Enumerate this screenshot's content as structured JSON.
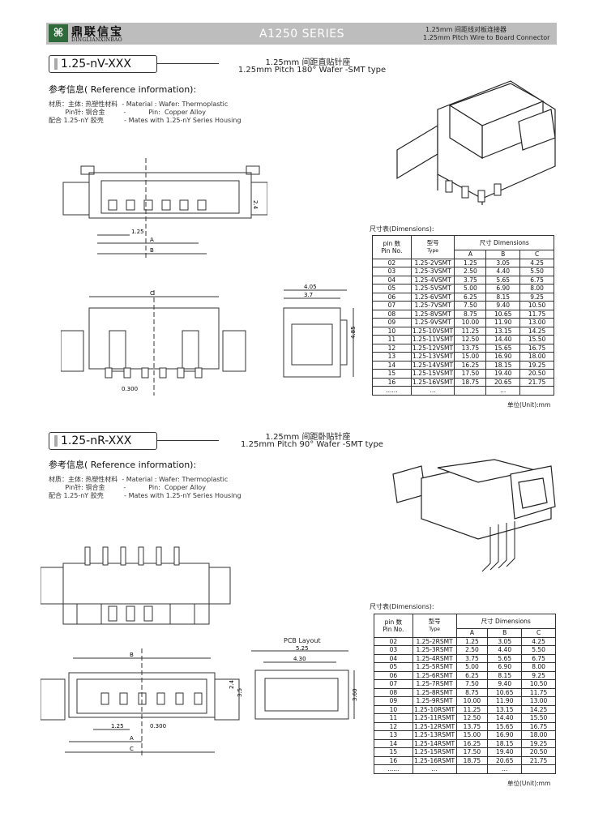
{
  "header": {
    "logo_icon": "logo-mark",
    "brand_cn": "鼎联信宝",
    "brand_en": "DINGLIANXINBAO",
    "series": "A1250 SERIES",
    "desc_cn": "1.25mm 间距线对板连接器",
    "desc_en": "1.25mm Pitch Wire to Board Connector"
  },
  "section1": {
    "title": "1.25-nV-XXX",
    "subtitle_cn": "1.25mm 间距直贴针座",
    "subtitle_en": "1.25mm Pitch 180° Wafer  -SMT type",
    "ref_title": "参考信息( Reference information):",
    "material": "材质：主体: 热塑性材料  - Material : Wafer: Thermoplastic\n        Pin针: 铜合金         -           Pin:  Copper Alloy\n配合 1.25-nY 胶壳          - Mates with 1.25-nY Series Housing",
    "drawing": {
      "pitch": "1.25",
      "a": "A",
      "b": "B",
      "c": "C",
      "height": "2.4",
      "pin_w": "0.300",
      "w1": "4.05",
      "w2": "3.7",
      "h2": "4.85"
    },
    "dim_label": "尺寸表(Dimensions):",
    "table": {
      "h_pin_cn": "pin 数",
      "h_pin_en": "Pin No.",
      "h_type_cn": "型号",
      "h_type_en": "Type",
      "h_dim": "尺寸    Dimensions",
      "h_a": "A",
      "h_b": "B",
      "h_c": "C",
      "rows": [
        [
          "02",
          "1.25-2VSMT",
          "1.25",
          "3.05",
          "4.25"
        ],
        [
          "03",
          "1.25-3VSMT",
          "2.50",
          "4.40",
          "5.50"
        ],
        [
          "04",
          "1.25-4VSMT",
          "3.75",
          "5.65",
          "6.75"
        ],
        [
          "05",
          "1.25-5VSMT",
          "5.00",
          "6.90",
          "8.00"
        ],
        [
          "06",
          "1.25-6VSMT",
          "6.25",
          "8.15",
          "9.25"
        ],
        [
          "07",
          "1.25-7VSMT",
          "7.50",
          "9.40",
          "10.50"
        ],
        [
          "08",
          "1.25-8VSMT",
          "8.75",
          "10.65",
          "11.75"
        ],
        [
          "09",
          "1.25-9VSMT",
          "10.00",
          "11.90",
          "13.00"
        ],
        [
          "10",
          "1.25-10VSMT",
          "11.25",
          "13.15",
          "14.25"
        ],
        [
          "11",
          "1.25-11VSMT",
          "12.50",
          "14.40",
          "15.50"
        ],
        [
          "12",
          "1.25-12VSMT",
          "13.75",
          "15.65",
          "16.75"
        ],
        [
          "13",
          "1.25-13VSMT",
          "15.00",
          "16.90",
          "18.00"
        ],
        [
          "14",
          "1.25-14VSMT",
          "16.25",
          "18.15",
          "19.25"
        ],
        [
          "15",
          "1.25-15VSMT",
          "17.50",
          "19.40",
          "20.50"
        ],
        [
          "16",
          "1.25-16VSMT",
          "18.75",
          "20.65",
          "21.75"
        ],
        [
          "......",
          "...",
          "",
          "...",
          ""
        ]
      ]
    },
    "unit": "单位(Unit):mm"
  },
  "section2": {
    "title": "1.25-nR-XXX",
    "subtitle_cn": "1.25mm 间距卧贴针座",
    "subtitle_en": "1.25mm Pitch 90° Wafer  -SMT type",
    "ref_title": "参考信息( Reference information):",
    "material": "材质：主体: 热塑性材料  - Material : Wafer: Thermoplastic\n        Pin针: 铜合金         -           Pin:  Copper Alloy\n配合 1.25-nY 胶壳          - Mates with 1.25-nY Series Housing",
    "drawing": {
      "pcb": "PCB Layout",
      "w1": "5.25",
      "w2": "4.30",
      "h": "3.60",
      "b": "B",
      "a": "A",
      "c": "C",
      "pitch": "1.25",
      "pin_w": "0.300",
      "h1": "2.4",
      "h2": "3.5"
    },
    "dim_label": "尺寸表(Dimensions):",
    "table": {
      "h_pin_cn": "pin 数",
      "h_pin_en": "Pin No.",
      "h_type_cn": "型号",
      "h_type_en": "Type",
      "h_dim": "尺寸    Dimensions",
      "h_a": "A",
      "h_b": "B",
      "h_c": "C",
      "rows": [
        [
          "02",
          "1.25-2RSMT",
          "1.25",
          "3.05",
          "4.25"
        ],
        [
          "03",
          "1.25-3RSMT",
          "2.50",
          "4.40",
          "5.50"
        ],
        [
          "04",
          "1.25-4RSMT",
          "3.75",
          "5.65",
          "6.75"
        ],
        [
          "05",
          "1.25-5RSMT",
          "5.00",
          "6.90",
          "8.00"
        ],
        [
          "06",
          "1.25-6RSMT",
          "6.25",
          "8.15",
          "9.25"
        ],
        [
          "07",
          "1.25-7RSMT",
          "7.50",
          "9.40",
          "10.50"
        ],
        [
          "08",
          "1.25-8RSMT",
          "8.75",
          "10.65",
          "11.75"
        ],
        [
          "09",
          "1.25-9RSMT",
          "10.00",
          "11.90",
          "13.00"
        ],
        [
          "10",
          "1.25-10RSMT",
          "11.25",
          "13.15",
          "14.25"
        ],
        [
          "11",
          "1.25-11RSMT",
          "12.50",
          "14.40",
          "15.50"
        ],
        [
          "12",
          "1.25-12RSMT",
          "13.75",
          "15.65",
          "16.75"
        ],
        [
          "13",
          "1.25-13RSMT",
          "15.00",
          "16.90",
          "18.00"
        ],
        [
          "14",
          "1.25-14RSMT",
          "16.25",
          "18.15",
          "19.25"
        ],
        [
          "15",
          "1.25-15RSMT",
          "17.50",
          "19.40",
          "20.50"
        ],
        [
          "16",
          "1.25-16RSMT",
          "18.75",
          "20.65",
          "21.75"
        ],
        [
          "......",
          "...",
          "",
          "...",
          ""
        ]
      ]
    },
    "unit": "单位(Unit):mm"
  }
}
